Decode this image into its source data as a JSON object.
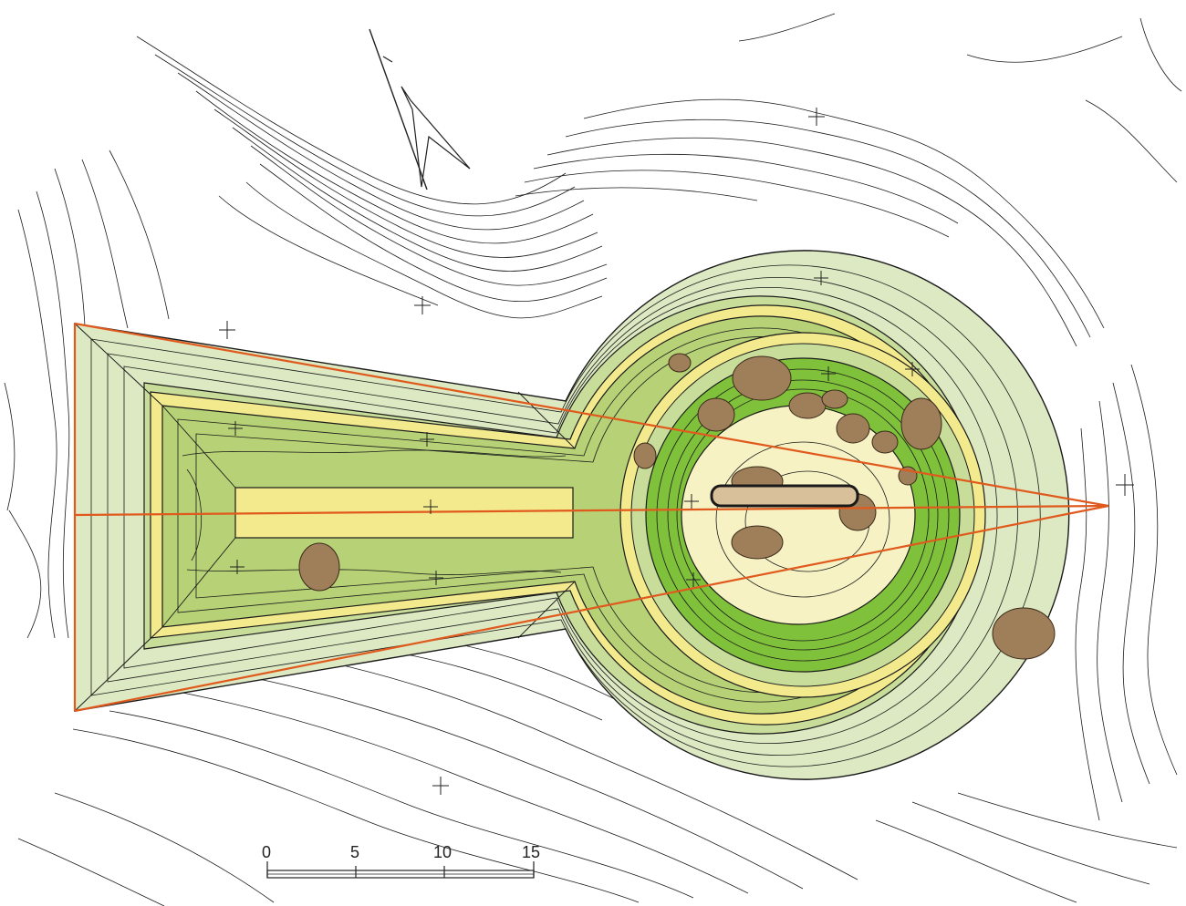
{
  "scale_bar": {
    "ticks": [
      "0",
      "5",
      "10",
      "15"
    ]
  },
  "colors": {
    "background": "#ffffff",
    "contour": "#1a1a1a",
    "outer_slope": "#dde9c2",
    "middle_slope": "#b9d47d",
    "upper_tier": "#7fc13a",
    "terrace_band": "#f3ea8e",
    "summit": "#f6f2c4",
    "stone": "#9f7f5a",
    "construction_line": "#e05a1e"
  },
  "icons": {
    "north_arrow": "north-arrow-icon",
    "survey_point": "crosshair-icon"
  }
}
